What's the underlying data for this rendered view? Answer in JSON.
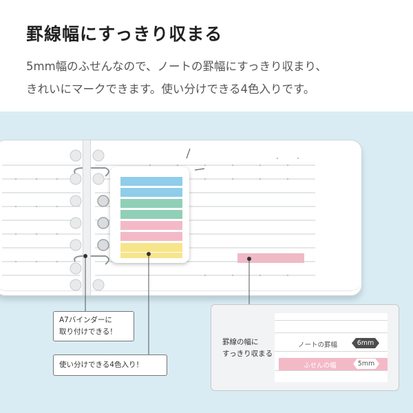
{
  "headline": "罫線幅にすっきり収まる",
  "description": {
    "line1": "5mm幅のふせんなので、ノートの罫幅にすっきり収まり、",
    "line2": "きれいにマークできます。使い分けできる4色入りです。"
  },
  "callouts": {
    "binder_line1": "A7バインダーに",
    "binder_line2": "取り付けできる！",
    "colors": "使い分けできる4色入り！"
  },
  "detail": {
    "label_line1": "罫線の幅に",
    "label_line2": "すっきり収まる",
    "notebook_rule_label": "ノートの罫幅",
    "notebook_rule_value": "6mm",
    "sticky_label": "ふせんの幅",
    "sticky_value": "5mm"
  },
  "colors": {
    "panel_bg": "#daecf3",
    "blue_strip": "#8fcdea",
    "green_strip": "#8fd0b6",
    "pink_strip": "#f3b9c7",
    "yellow_strip": "#f7e58c",
    "dark_hex": "#4d4d4d"
  }
}
